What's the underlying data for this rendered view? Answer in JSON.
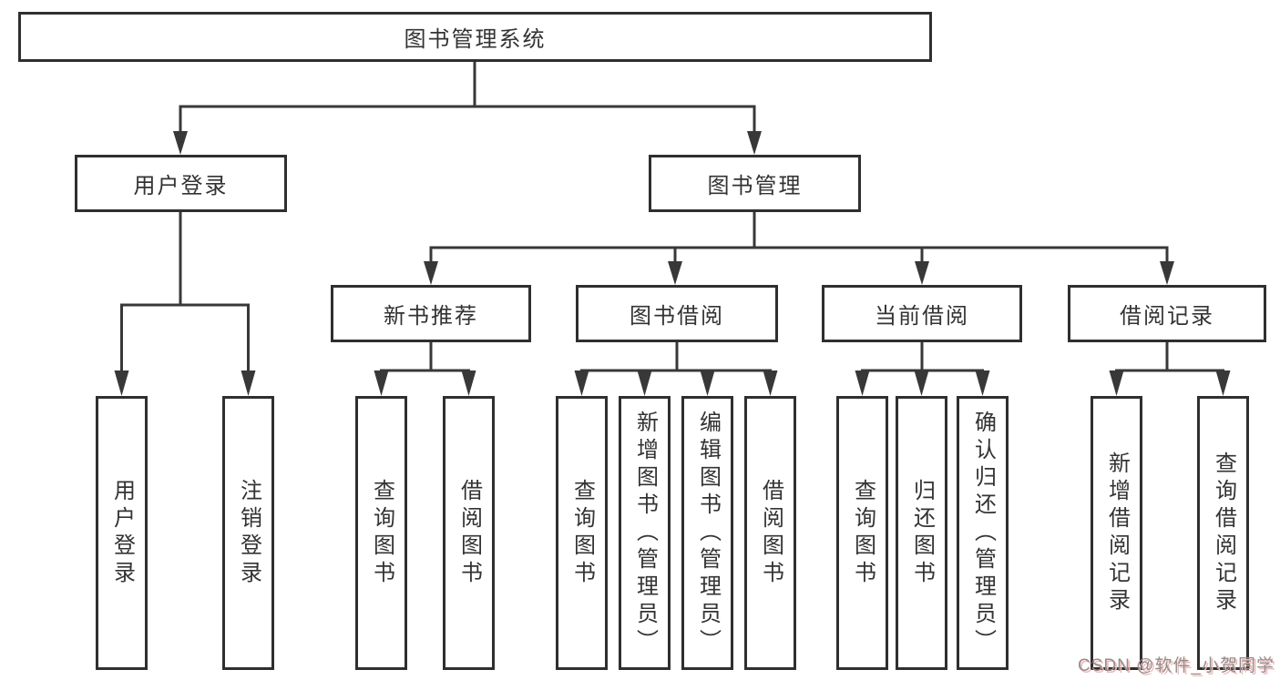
{
  "tree": {
    "label": "图书管理系统",
    "children": [
      {
        "label": "用户登录",
        "children": [
          {
            "label": "用户登录"
          },
          {
            "label": "注销登录"
          }
        ]
      },
      {
        "label": "图书管理",
        "children": [
          {
            "label": "新书推荐",
            "children": [
              {
                "label": "查询图书"
              },
              {
                "label": "借阅图书"
              }
            ]
          },
          {
            "label": "图书借阅",
            "children": [
              {
                "label": "查询图书"
              },
              {
                "label": "新增图书（管理员）"
              },
              {
                "label": "编辑图书（管理员）"
              },
              {
                "label": "借阅图书"
              }
            ]
          },
          {
            "label": "当前借阅",
            "children": [
              {
                "label": "查询图书"
              },
              {
                "label": "归还图书"
              },
              {
                "label": "确认归还（管理员）"
              }
            ]
          },
          {
            "label": "借阅记录",
            "children": [
              {
                "label": "新增借阅记录"
              },
              {
                "label": "查询借阅记录"
              }
            ]
          }
        ]
      }
    ]
  },
  "watermark": {
    "text": "CSDN @软件_小贺同学"
  },
  "colors": {
    "line": "#383838",
    "box_border": "#2f2f2f",
    "text": "#333333",
    "background": "#ffffff",
    "watermark_gray": "#8f8f8f",
    "watermark_shadow": "#f5b8b4"
  }
}
